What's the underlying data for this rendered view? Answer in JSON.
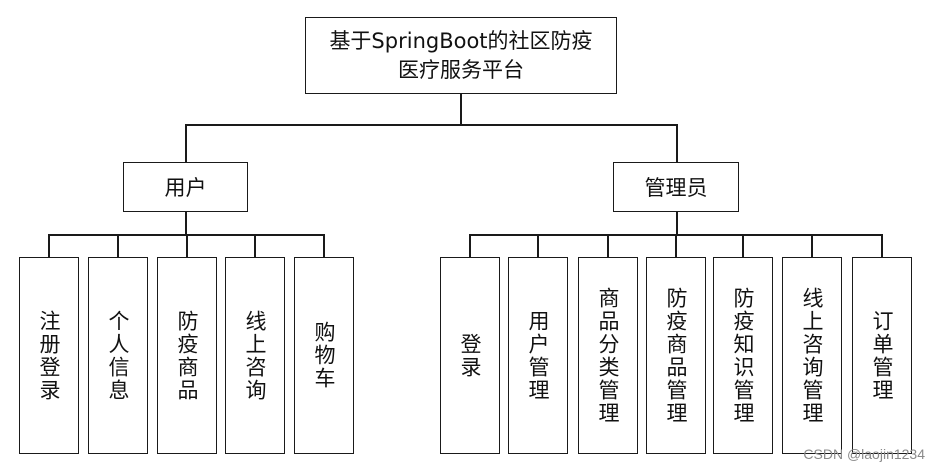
{
  "root": {
    "line1": "基于SpringBoot的社区防疫",
    "line2": "医疗服务平台"
  },
  "user": {
    "label": "用户",
    "children": [
      "注册登录",
      "个人信息",
      "防疫商品",
      "线上咨询",
      "购物车"
    ]
  },
  "admin": {
    "label": "管理员",
    "children": [
      "登录",
      "用户管理",
      "商品分类管理",
      "防疫商品管理",
      "防疫知识管理",
      "线上咨询管理",
      "订单管理"
    ]
  },
  "watermark": "CSDN @laojin1234",
  "colors": {
    "line": "#1a1a1a",
    "background": "#ffffff",
    "watermark": "#8a8a8a"
  }
}
